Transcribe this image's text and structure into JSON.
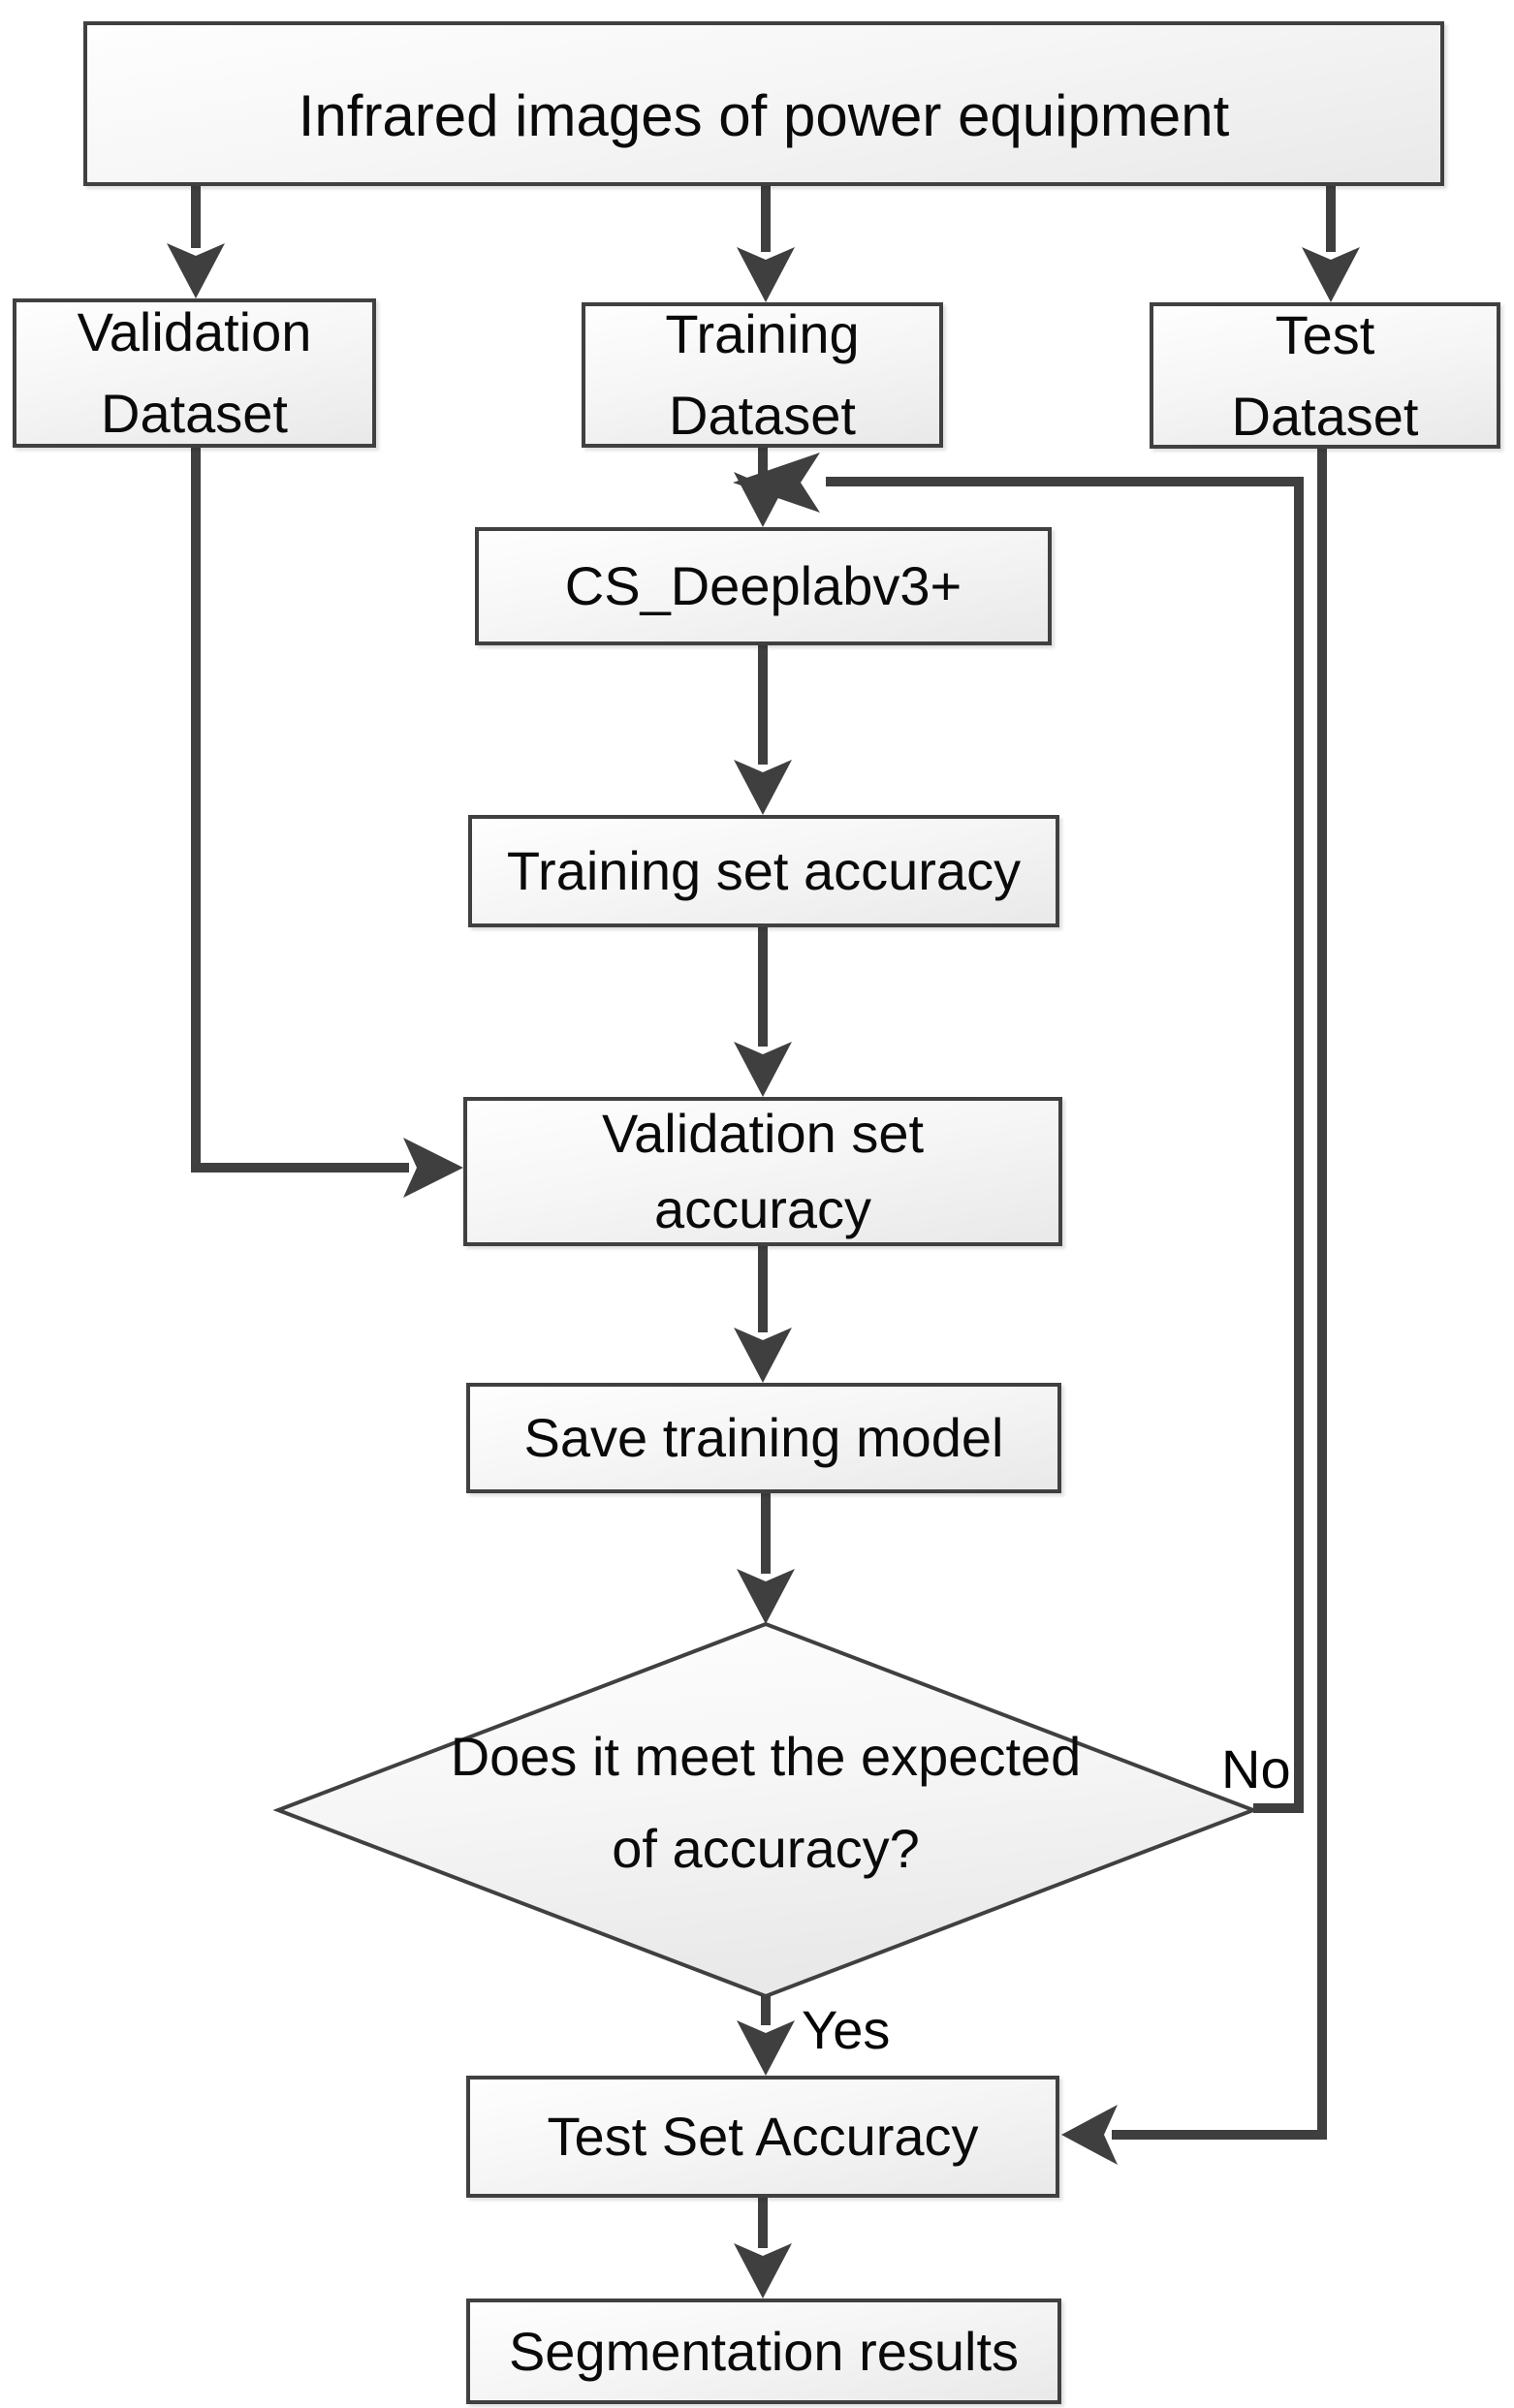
{
  "diagram": {
    "title_box": {
      "label": "Infrared images of power equipment"
    },
    "datasets": {
      "validation": {
        "line1": "Validation",
        "line2": "Dataset"
      },
      "training": {
        "line1": "Training",
        "line2": "Dataset"
      },
      "test": {
        "line1": "Test",
        "line2": "Dataset"
      }
    },
    "nodes": {
      "model": {
        "label": "CS_Deeplabv3+"
      },
      "training_accuracy": {
        "label": "Training set accuracy"
      },
      "validation_accuracy": {
        "line1": "Validation set",
        "line2": "accuracy"
      },
      "save_model": {
        "label": "Save training model"
      },
      "decision": {
        "line1": "Does it meet the expected",
        "line2": "of accuracy?"
      },
      "test_accuracy": {
        "label": "Test Set Accuracy"
      },
      "segmentation": {
        "label": "Segmentation results"
      }
    },
    "edge_labels": {
      "yes": "Yes",
      "no": "No"
    },
    "colors": {
      "line": "#3f3f3f",
      "border": "#404040",
      "fill_top": "#fefefe",
      "fill_bottom": "#e9e9e9",
      "text": "#0a0a0a",
      "background": "#ffffff"
    }
  }
}
